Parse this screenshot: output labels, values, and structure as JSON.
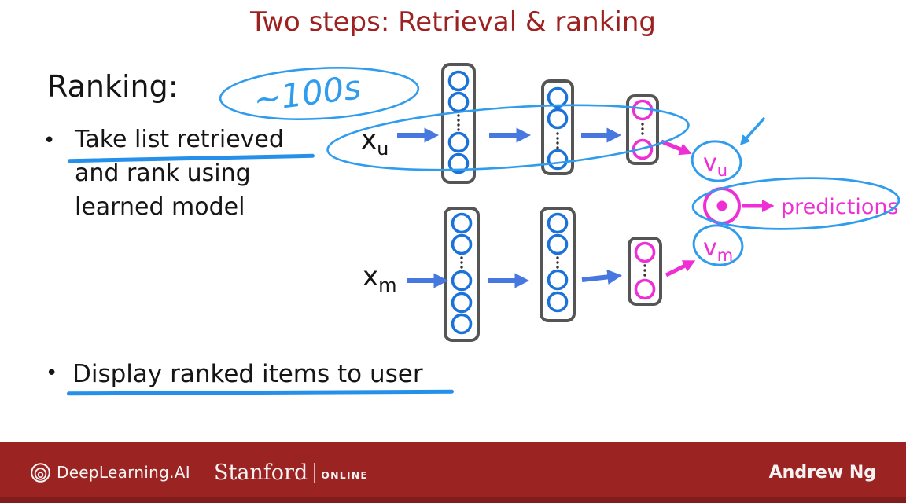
{
  "slide": {
    "title": "Two steps: Retrieval & ranking",
    "section_heading": "Ranking:",
    "bullet_glyph": "•",
    "bullets": [
      {
        "lines": [
          "Take list retrieved",
          "and rank using",
          "learned model"
        ]
      },
      {
        "lines": [
          "Display ranked items to user"
        ]
      }
    ],
    "handwritten_note": "~100s"
  },
  "diagram": {
    "labels": {
      "user_input": {
        "base": "x",
        "sub": "u"
      },
      "item_input": {
        "base": "x",
        "sub": "m"
      },
      "user_vector": {
        "base": "v",
        "sub": "u"
      },
      "item_vector": {
        "base": "v",
        "sub": "m"
      },
      "output": "predictions"
    },
    "networks": {
      "user_network_layer_nodes": [
        4,
        3,
        2
      ],
      "item_network_layer_nodes": [
        5,
        4,
        2
      ]
    },
    "colors": {
      "node_blue": "#1b72d8",
      "arrow_blue": "#4678e0",
      "hand_ink_blue": "#2f9cee",
      "magenta": "#ee2fd6",
      "box_gray": "#555555"
    }
  },
  "footer": {
    "deeplearning_label": "DeepLearning.AI",
    "stanford_label": "Stanford",
    "online_label": "ONLINE",
    "author": "Andrew Ng",
    "bar_color": "#9b2423"
  },
  "colors": {
    "title_red": "#9e2121",
    "underline_blue": "#2490ea"
  }
}
